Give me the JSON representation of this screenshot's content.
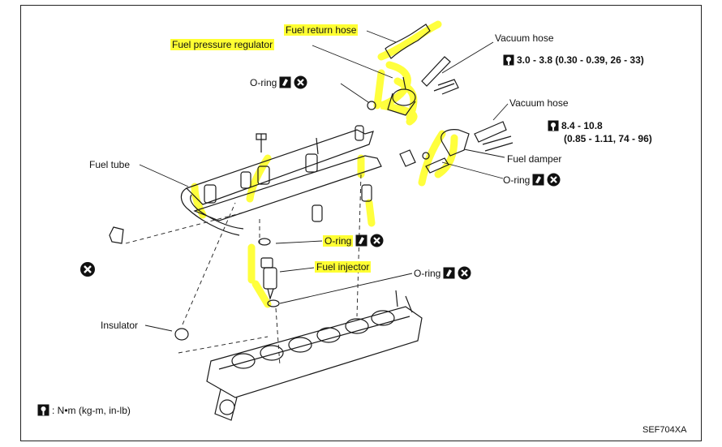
{
  "labels": {
    "fuel_return_hose": "Fuel return hose",
    "fuel_pressure_regulator": "Fuel pressure regulator",
    "vacuum_hose_1": "Vacuum hose",
    "vacuum_hose_2": "Vacuum hose",
    "torque_1": "3.0 - 3.8 (0.30 - 0.39, 26 - 33)",
    "torque_2_line1": "8.4 - 10.8",
    "torque_2_line2": "(0.85 - 1.11, 74 - 96)",
    "o_ring_top": "O-ring",
    "fuel_damper": "Fuel damper",
    "o_ring_right": "O-ring",
    "fuel_tube": "Fuel tube",
    "o_ring_mid": "O-ring",
    "fuel_injector": "Fuel injector",
    "o_ring_lower": "O-ring",
    "insulator": "Insulator",
    "legend_units": ": N•m (kg-m, in-lb)",
    "figure_code": "SEF704XA"
  },
  "colors": {
    "highlight": "#ffff33",
    "line": "#1a1a1a"
  },
  "icons": [
    "torque-wrench-icon",
    "lubricate-icon",
    "do-not-reuse-icon"
  ]
}
